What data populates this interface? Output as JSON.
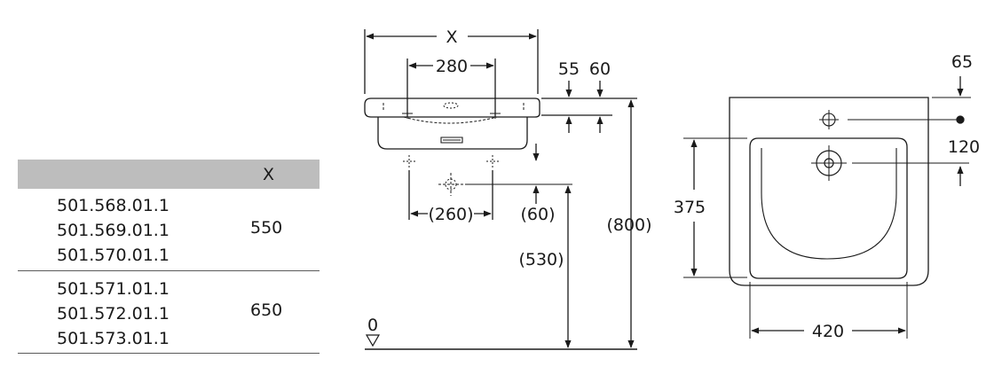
{
  "table": {
    "header_x": "X",
    "groups": [
      {
        "codes": [
          "501.568.01.1",
          "501.569.01.1",
          "501.570.01.1"
        ],
        "x": "550"
      },
      {
        "codes": [
          "501.571.01.1",
          "501.572.01.1",
          "501.573.01.1"
        ],
        "x": "650"
      }
    ]
  },
  "side_view": {
    "width_label": "X",
    "hole_spacing": "280",
    "dim_55": "55",
    "dim_60": "60",
    "drain_spacing": "(260)",
    "drain_offset": "(60)",
    "drain_height": "(530)",
    "total_height": "(800)",
    "floor_label": "0"
  },
  "top_view": {
    "dim_65": "65",
    "dim_120": "120",
    "depth": "375",
    "width": "420"
  }
}
